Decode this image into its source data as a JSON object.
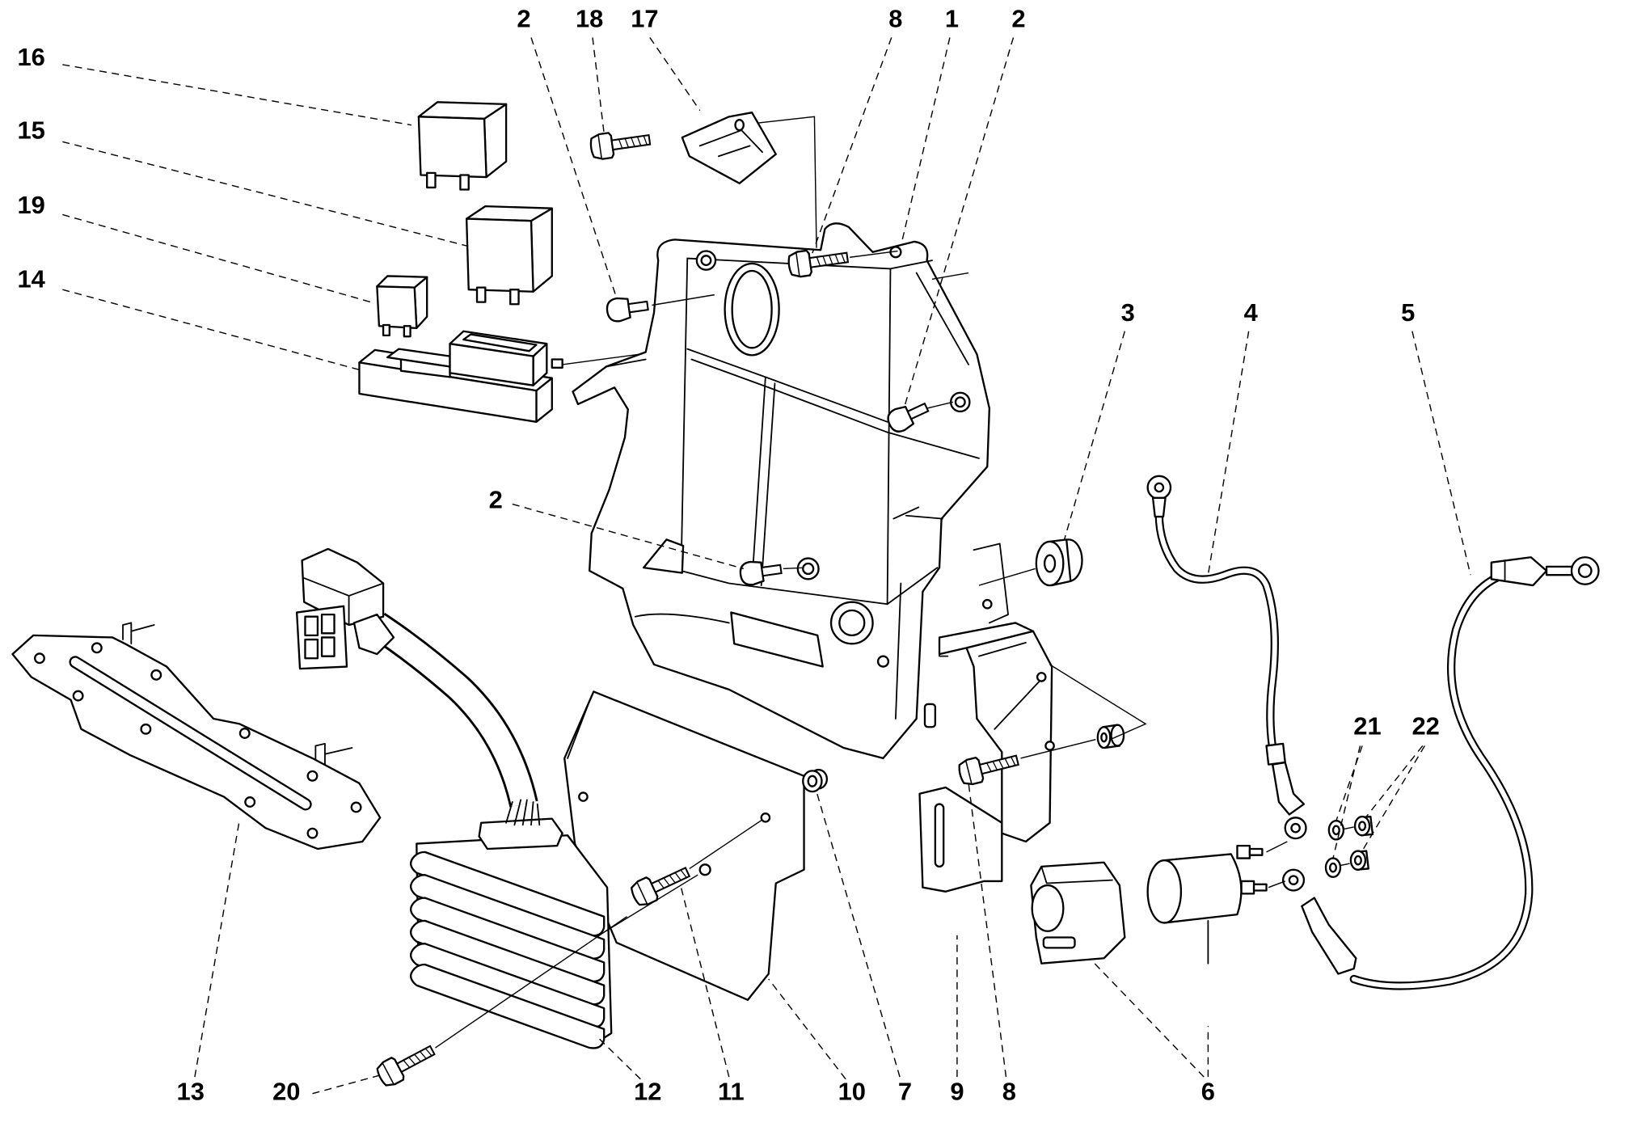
{
  "callouts": [
    "16",
    "15",
    "19",
    "14",
    "2",
    "18",
    "17",
    "8",
    "1",
    "2",
    "3",
    "4",
    "5",
    "2",
    "21",
    "22",
    "13",
    "20",
    "12",
    "11",
    "10",
    "7",
    "9",
    "8",
    "6"
  ]
}
